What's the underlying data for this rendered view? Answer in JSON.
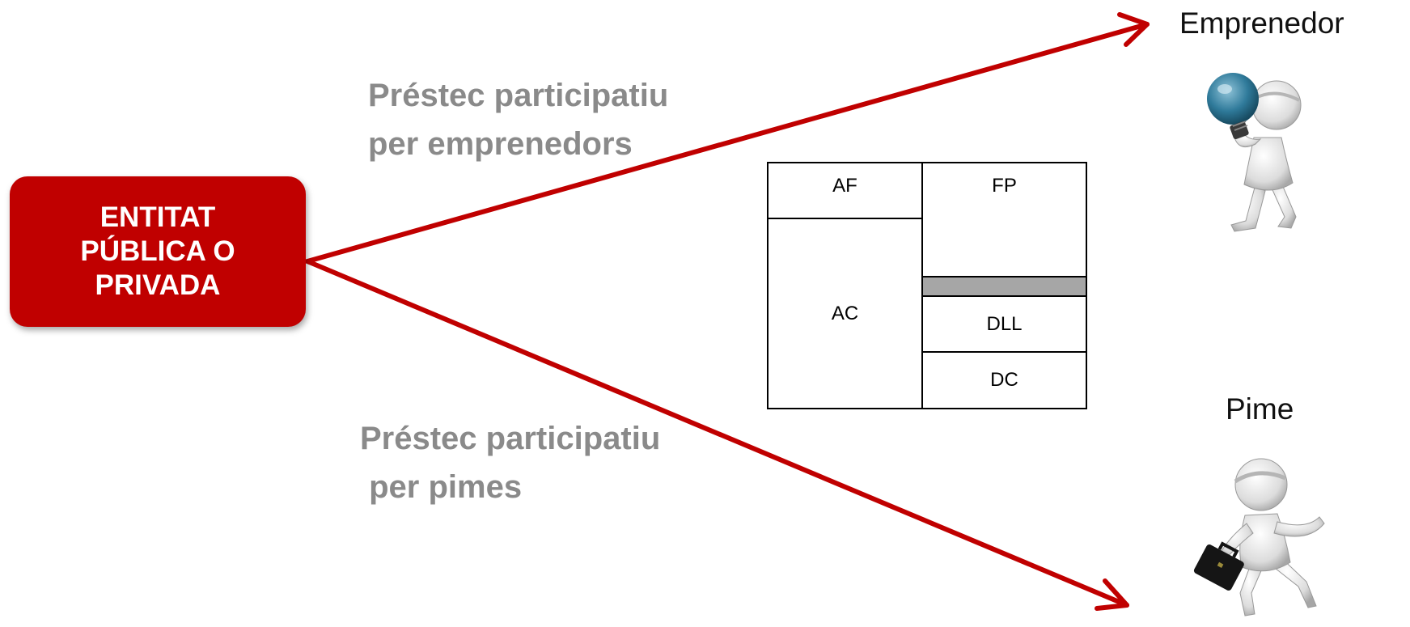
{
  "entity": {
    "label": "ENTITAT\nPÚBLICA O\nPRIVADA",
    "color": "#c00000"
  },
  "loans": {
    "entrepreneurs": "Préstec participatiu\nper emprenedors",
    "smes": "Préstec participatiu\n per pimes"
  },
  "recipients": {
    "entrepreneur": "Emprenedor",
    "sme": "Pime"
  },
  "balance_sheet": {
    "af": "AF",
    "ac": "AC",
    "fp": "FP",
    "dll": "DLL",
    "dc": "DC",
    "highlight_color": "#a6a6a6"
  },
  "figures": {
    "entrepreneur_icon": "person-with-lightbulb-icon",
    "sme_icon": "person-with-briefcase-icon"
  },
  "colors": {
    "arrow": "#c00000",
    "loan_text": "#8a8a8a"
  }
}
